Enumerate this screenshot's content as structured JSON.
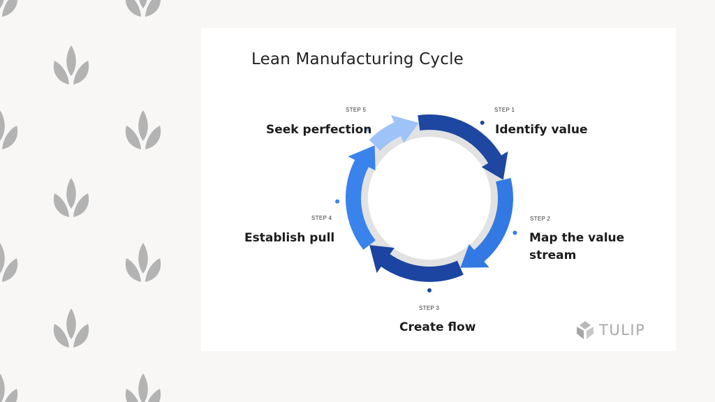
{
  "diagram": {
    "title": "Lean Manufacturing Cycle",
    "steps": [
      {
        "label": "STEP 1",
        "name": "Identify value",
        "color": "#1d47a0"
      },
      {
        "label": "STEP 2",
        "name": "Map the value stream",
        "name_lines": [
          "Map the value",
          "stream"
        ],
        "color": "#3379e4"
      },
      {
        "label": "STEP 3",
        "name": "Create flow",
        "color": "#1c45a2"
      },
      {
        "label": "STEP 4",
        "name": "Establish pull",
        "color": "#3a82ec"
      },
      {
        "label": "STEP 5",
        "name": "Seek perfection",
        "color": "#9dc3f8"
      }
    ],
    "inner_ring_color": "#e2e2e2"
  },
  "logo": {
    "text": "TULIP"
  },
  "background": {
    "color": "#f8f7f5",
    "leaf_color": "#b3b3b3"
  }
}
